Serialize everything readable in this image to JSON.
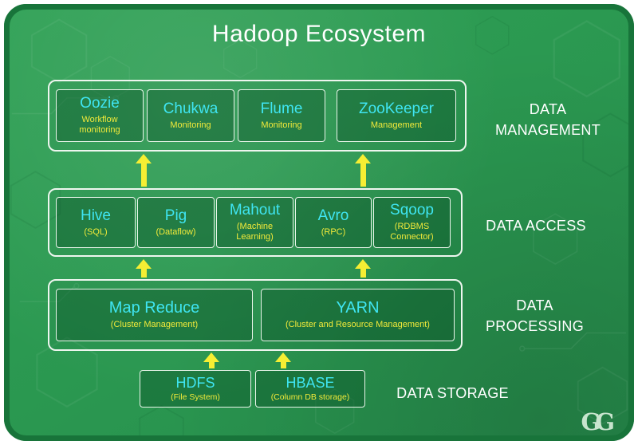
{
  "title": "Hadoop Ecosystem",
  "watermark": "GG",
  "layers": {
    "management": {
      "label": "DATA MANAGEMENT",
      "boxes": [
        {
          "title": "Oozie",
          "subtitle": "Workflow monitoring"
        },
        {
          "title": "Chukwa",
          "subtitle": "Monitoring"
        },
        {
          "title": "Flume",
          "subtitle": "Monitoring"
        },
        {
          "title": "ZooKeeper",
          "subtitle": "Management"
        }
      ]
    },
    "access": {
      "label": "DATA ACCESS",
      "boxes": [
        {
          "title": "Hive",
          "subtitle": "(SQL)"
        },
        {
          "title": "Pig",
          "subtitle": "(Dataflow)"
        },
        {
          "title": "Mahout",
          "subtitle": "(Machine Learning)"
        },
        {
          "title": "Avro",
          "subtitle": "(RPC)"
        },
        {
          "title": "Sqoop",
          "subtitle": "(RDBMS Connector)"
        }
      ]
    },
    "processing": {
      "label": "DATA PROCESSING",
      "boxes": [
        {
          "title": "Map Reduce",
          "subtitle": "(Cluster Management)"
        },
        {
          "title": "YARN",
          "subtitle": "(Cluster and Resource Management)"
        }
      ]
    },
    "storage": {
      "label": "DATA STORAGE",
      "boxes": [
        {
          "title": "HDFS",
          "subtitle": "(File System)"
        },
        {
          "title": "HBASE",
          "subtitle": "(Column DB storage)"
        }
      ]
    }
  },
  "colors": {
    "background_green": "#2a9750",
    "border_green": "#18743a",
    "box_title_cyan": "#3fe5f2",
    "subtitle_yellow": "#f2ea3a",
    "arrow_yellow": "#f6ee33",
    "label_white": "#ffffff"
  }
}
